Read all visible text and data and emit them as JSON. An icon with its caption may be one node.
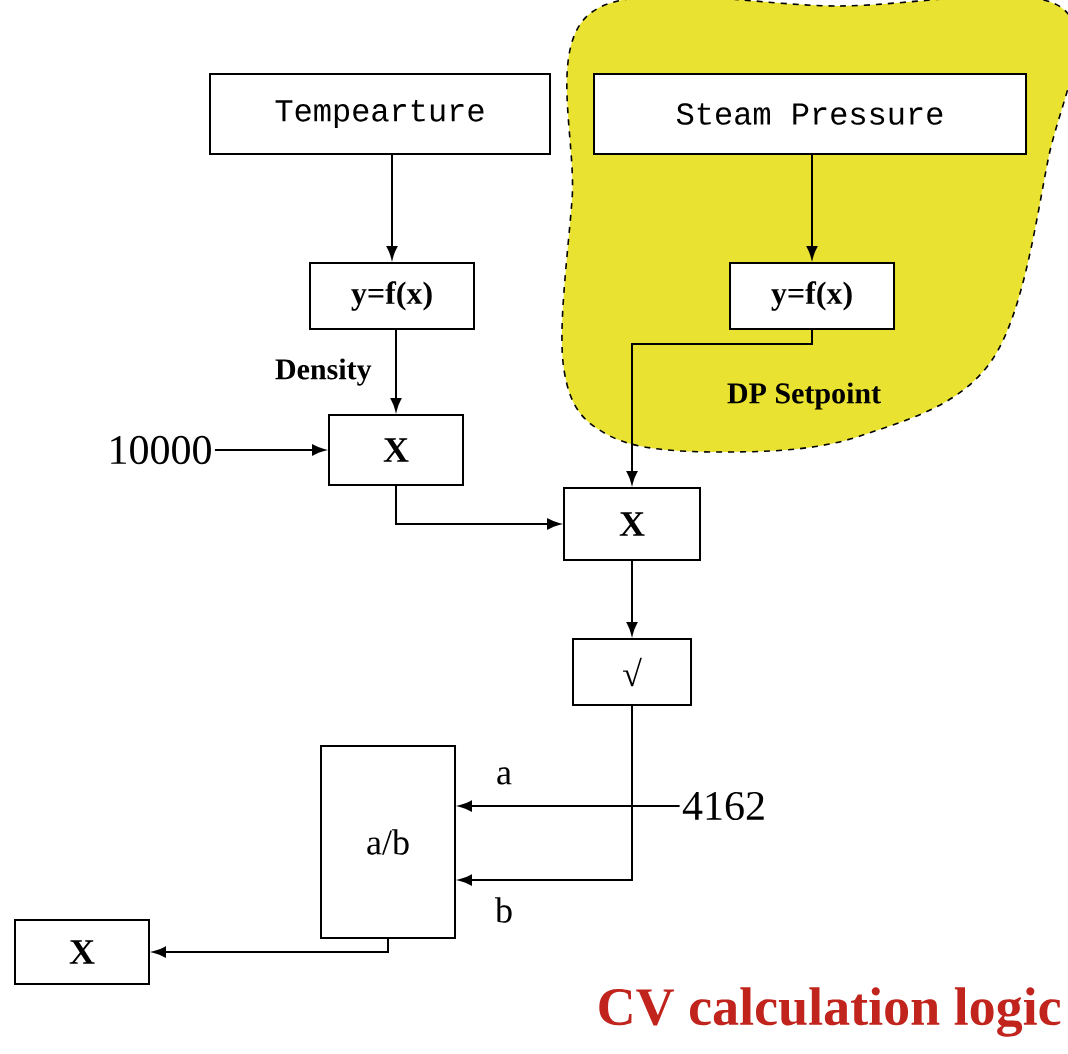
{
  "diagram": {
    "caption": "CV calculation logic",
    "nodes": [
      {
        "text": [
          "Tempearture"
        ]
      },
      {
        "text": [
          "DP Setpoint"
        ]
      },
      {
        "text": [
          "Steam Pressure"
        ],
        "in": 1
      },
      {
        "text": [
          "y=f(x)"
        ]
      },
      {
        "text": [
          "y=f(x)"
        ],
        "in": 1
      },
      {
        "text": [
          "X"
        ]
      },
      {
        "text": [
          "X"
        ]
      },
      {
        "text": [
          "√"
        ]
      },
      {
        "text": [
          "a/b"
        ]
      },
      {
        "text": [
          "X"
        ]
      },
      {
        "text": [
          "10000"
        ]
      },
      {
        "text": [
          "4162"
        ]
      }
    ],
    "edges": [
      {
        "from": 0,
        "to": 3,
        "arrow": "to"
      },
      {
        "from": 2,
        "to": 4,
        "arrow": "to"
      },
      {
        "from": 3,
        "to": 5,
        "arrow": "to",
        "label": "Density"
      },
      {
        "from": 10,
        "to": 5,
        "arrow": "to"
      },
      {
        "from": 5,
        "to": 6,
        "arrow": "to"
      },
      {
        "from": 4,
        "to": 6,
        "arrow": "to"
      },
      {
        "from": 6,
        "to": 7,
        "arrow": "to"
      },
      {
        "from": 11,
        "to": 8,
        "arrow": "to",
        "label": "a"
      },
      {
        "from": 7,
        "to": 8,
        "arrow": "to",
        "label": "b"
      },
      {
        "from": 8,
        "to": 9,
        "arrow": "to"
      }
    ]
  }
}
